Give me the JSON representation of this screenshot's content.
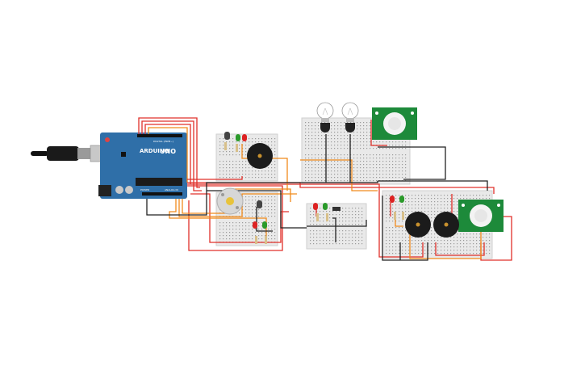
{
  "arduino": {
    "brand": "ARDUINO",
    "model": "UNO",
    "pin_label_left": "POWER",
    "pin_label_right": "ANALOG IN",
    "digital_label": "DIGITAL (PWM~)"
  },
  "colors": {
    "board_blue": "#2f6fa8",
    "wire_red": "#e0302a",
    "wire_orange": "#f08a1c",
    "wire_black": "#222222",
    "breadboard": "#e9e9e9",
    "pir_green": "#1d8a3a"
  },
  "icons": [
    "usb-cable-icon",
    "dc-motor-icon",
    "piezo-buzzer-icon",
    "pir-sensor-icon",
    "light-bulb-icon",
    "led-icon",
    "transistor-icon",
    "resistor-icon"
  ]
}
